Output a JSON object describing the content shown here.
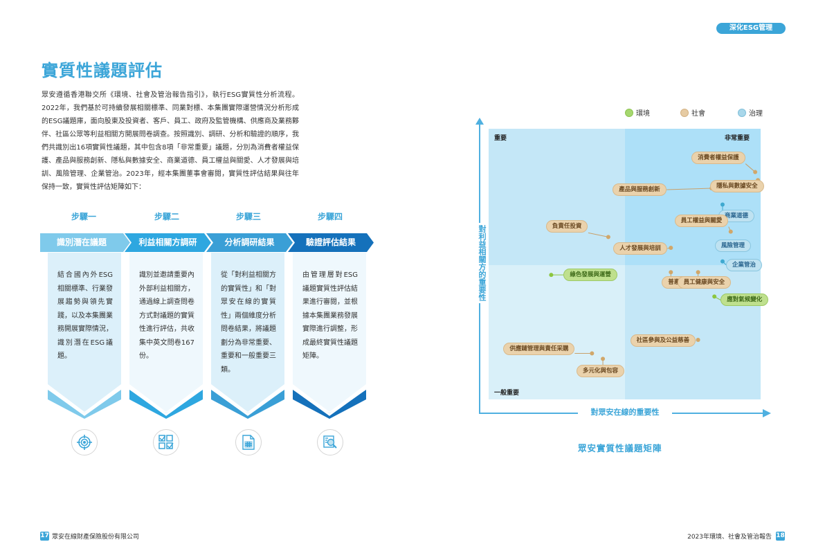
{
  "header": {
    "section_badge": "深化ESG管理",
    "page_title": "實質性議題評估"
  },
  "intro": "眾安遵循香港聯交所《環境、社會及管治報告指引》，執行ESG實質性分析流程。2022年，我們基於可持續發展相關標準、同業對標、本集團實際運營情況分析形成的ESG議題庫，面向股東及投資者、客戶、員工、政府及監管機構、供應商及業務夥伴、社區公眾等利益相關方開展問卷調查。按照識別、調研、分析和驗證的順序，我們共識別出16項實質性議題，其中包含8項「非常重要」議題，分別為消費者權益保護、產品與服務創新、隱私與數據安全、商業道德、員工權益與關愛、人才發展與培訓、風險管理、企業管治。2023年，經本集團董事會審閱，實質性評估結果與往年保持一致，實質性評估矩陣如下：",
  "steps": [
    {
      "label": "步驟一",
      "title": "識別潛在議題",
      "description": "結合國內外ESG相關標準、行業發展趨勢與領先實踐，以及本集團業務開展實際情況，識別潛在ESG議題。",
      "icon": "target-icon",
      "color": "#7fcaeb"
    },
    {
      "label": "步驟二",
      "title": "利益相關方調研",
      "description": "識別並邀請重要內外部利益相關方，通過線上調查問卷方式對議題的實質性進行評估，共收集中英文問卷167份。",
      "icon": "checklist-icon",
      "color": "#2ea7e0"
    },
    {
      "label": "步驟三",
      "title": "分析調研結果",
      "description": "從「對利益相關方的實質性」和「對眾安在線的實質性」兩個維度分析問卷結果，將議題劃分為非常重要、重要和一般重要三類。",
      "icon": "calculator-document-icon",
      "color": "#3a9fd6"
    },
    {
      "label": "步驟四",
      "title": "驗證評估結果",
      "description": "由管理層對ESG議題實質性評估結果進行審閱，並根據本集團業務發展實際進行調整，形成最終實質性議題矩陣。",
      "icon": "magnifier-document-icon",
      "color": "#1571bb"
    }
  ],
  "matrix": {
    "legend": [
      {
        "label": "環境",
        "category": "env",
        "color": "#a6d76f"
      },
      {
        "label": "社會",
        "category": "social",
        "color": "#e6cba3"
      },
      {
        "label": "治理",
        "category": "gov",
        "color": "#a9d7ea"
      }
    ],
    "corners": {
      "top_left": "重要",
      "top_right": "非常重要",
      "bottom_left": "一般重要"
    },
    "y_axis_label": "對利益相關方的重要性",
    "x_axis_label": "對眾安在線的重要性",
    "title": "眾安實質性議題矩陣",
    "colors": {
      "quadrant_very_important": "#ade0f8",
      "quadrant_important": "#c4e7f7",
      "quadrant_general": "#d9f0f9"
    },
    "issues": [
      {
        "label": "消費者權益保護",
        "category": "social",
        "importance_to_company": 0.98,
        "importance_to_stakeholders": 0.84
      },
      {
        "label": "產品與服務創新",
        "category": "social",
        "importance_to_company": 0.82,
        "importance_to_stakeholders": 0.78
      },
      {
        "label": "隱私與數據安全",
        "category": "social",
        "importance_to_company": 0.99,
        "importance_to_stakeholders": 0.81
      },
      {
        "label": "商業道德",
        "category": "gov",
        "importance_to_company": 0.86,
        "importance_to_stakeholders": 0.72
      },
      {
        "label": "負責任投資",
        "category": "social",
        "importance_to_company": 0.44,
        "importance_to_stakeholders": 0.6
      },
      {
        "label": "員工權益與關愛",
        "category": "social",
        "importance_to_company": 0.89,
        "importance_to_stakeholders": 0.62
      },
      {
        "label": "人才發展與培訓",
        "category": "social",
        "importance_to_company": 0.67,
        "importance_to_stakeholders": 0.56
      },
      {
        "label": "風險管理",
        "category": "gov",
        "importance_to_company": 0.86,
        "importance_to_stakeholders": 0.58
      },
      {
        "label": "企業管治",
        "category": "gov",
        "importance_to_company": 0.86,
        "importance_to_stakeholders": 0.51
      },
      {
        "label": "綠色發展與運營",
        "category": "env",
        "importance_to_company": 0.23,
        "importance_to_stakeholders": 0.46
      },
      {
        "label": "普惠金融",
        "category": "social",
        "importance_to_company": 0.67,
        "importance_to_stakeholders": 0.47
      },
      {
        "label": "員工健康與安全",
        "category": "social",
        "importance_to_company": 0.77,
        "importance_to_stakeholders": 0.47
      },
      {
        "label": "應對氣候變化",
        "category": "env",
        "importance_to_company": 0.83,
        "importance_to_stakeholders": 0.38
      },
      {
        "label": "社區參與及公益慈善",
        "category": "social",
        "importance_to_company": 0.77,
        "importance_to_stakeholders": 0.22
      },
      {
        "label": "供應鏈管理與責任采購",
        "category": "social",
        "importance_to_company": 0.38,
        "importance_to_stakeholders": 0.17
      },
      {
        "label": "多元化與包容",
        "category": "social",
        "importance_to_company": 0.42,
        "importance_to_stakeholders": 0.15
      }
    ]
  },
  "footer": {
    "left_page": "17",
    "left_text": "眾安在線財產保險股份有限公司",
    "right_text": "2023年環境、社會及管治報告",
    "right_page": "18"
  }
}
